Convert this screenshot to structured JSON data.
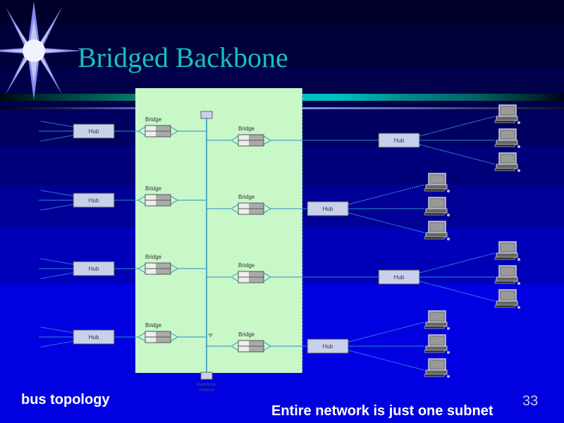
{
  "slide": {
    "title": "Bridged Backbone",
    "footer_left": "bus topology",
    "footer_caption": "Entire network is just one subnet",
    "page_number": "33",
    "icon": "starburst-icon"
  },
  "colors": {
    "title": "#15c1c1",
    "panel": "#c8f7c8",
    "hub_fill": "#c8d0ec",
    "link": "#2a8fc8"
  },
  "diagram": {
    "backbone_label": "Backbone network",
    "left_rows": [
      {
        "hub": "Hub",
        "bridge": "Bridge"
      },
      {
        "hub": "Hub",
        "bridge": "Bridge"
      },
      {
        "hub": "Hub",
        "bridge": "Bridge"
      },
      {
        "hub": "Hub",
        "bridge": "Bridge"
      }
    ],
    "right_rows": [
      {
        "hub": "Hub",
        "bridge": "Bridge",
        "computers": 3
      },
      {
        "hub": "Hub",
        "bridge": "Bridge",
        "computers": 3
      },
      {
        "hub": "Hub",
        "bridge": "Bridge",
        "computers": 3
      },
      {
        "hub": "Hub",
        "bridge": "Bridge",
        "computers": 3
      }
    ]
  }
}
